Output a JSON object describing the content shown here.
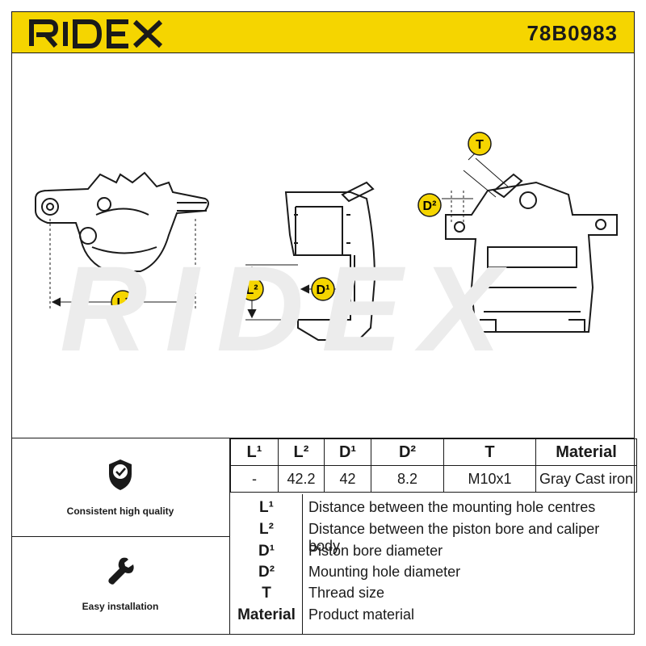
{
  "header": {
    "brand": "RIDEX",
    "part_number": "78B0983",
    "brand_color": "#f5d500"
  },
  "drawing": {
    "watermark": "RIDEX",
    "dimension_labels": {
      "l1": "L¹",
      "l2": "L²",
      "d1": "D¹",
      "d2": "D²",
      "t": "T"
    }
  },
  "features": [
    {
      "icon": "shield-check-icon",
      "label": "Consistent high quality"
    },
    {
      "icon": "wrench-icon",
      "label": "Easy installation"
    }
  ],
  "spec_table": {
    "headers": [
      "L¹",
      "L²",
      "D¹",
      "D²",
      "T",
      "Material"
    ],
    "values": [
      "-",
      "42.2",
      "42",
      "8.2",
      "M10x1",
      "Gray Cast iron"
    ]
  },
  "legend": [
    {
      "key": "L¹",
      "description": "Distance between the mounting hole centres"
    },
    {
      "key": "L²",
      "description": "Distance between the piston bore and caliper body"
    },
    {
      "key": "D¹",
      "description": "Piston bore diameter"
    },
    {
      "key": "D²",
      "description": "Mounting hole diameter"
    },
    {
      "key": "T",
      "description": "Thread size"
    },
    {
      "key": "Material",
      "description": "Product material"
    }
  ]
}
